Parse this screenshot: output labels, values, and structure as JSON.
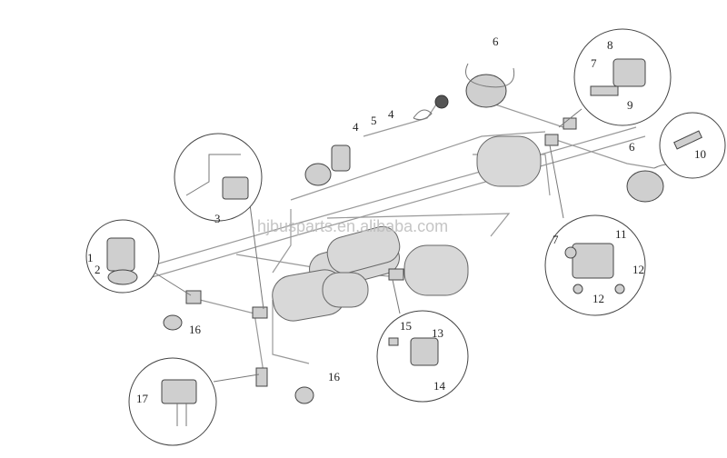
{
  "diagram": {
    "watermark": "hjbusparts.en.alibaba.com",
    "labels": [
      "6",
      "8",
      "7",
      "9",
      "4",
      "5",
      "4",
      "10",
      "6",
      "3",
      "1",
      "2",
      "16",
      "7",
      "11",
      "12",
      "12",
      "15",
      "13",
      "14",
      "17",
      "16"
    ]
  }
}
